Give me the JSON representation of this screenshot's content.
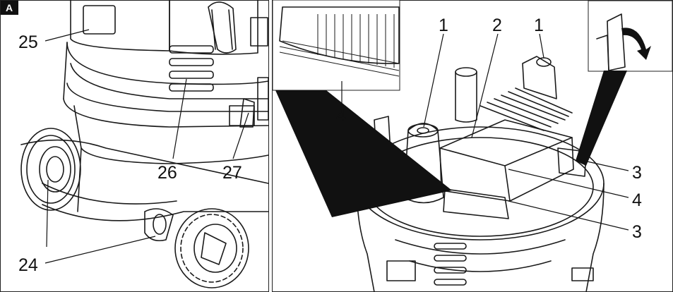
{
  "figure": {
    "badge": "A",
    "left_panel": {
      "callouts": [
        {
          "id": "25",
          "text": "25"
        },
        {
          "id": "26",
          "text": "26"
        },
        {
          "id": "27",
          "text": "27"
        },
        {
          "id": "24",
          "text": "24"
        }
      ]
    },
    "right_panel": {
      "callouts": [
        {
          "id": "1a",
          "text": "1"
        },
        {
          "id": "2",
          "text": "2"
        },
        {
          "id": "1b",
          "text": "1"
        },
        {
          "id": "4a",
          "text": "4"
        },
        {
          "id": "3a",
          "text": "3"
        },
        {
          "id": "4b",
          "text": "4"
        },
        {
          "id": "3b",
          "text": "3"
        }
      ]
    }
  }
}
